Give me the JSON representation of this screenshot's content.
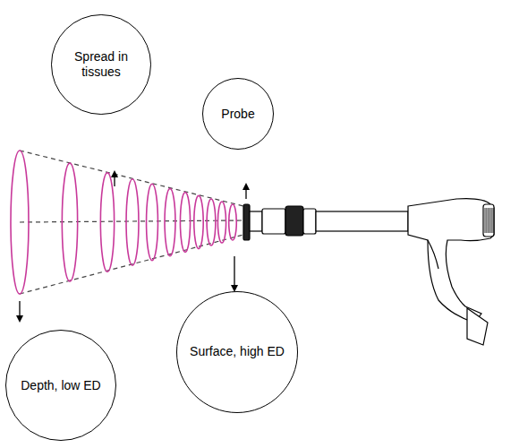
{
  "diagram": {
    "nodes": [
      {
        "text": [
          "Spread in tissues"
        ]
      },
      {
        "text": [
          "Probe"
        ]
      },
      {
        "text": [
          "Surface, high ED"
        ]
      },
      {
        "text": [
          "Depth, low ED"
        ]
      }
    ]
  }
}
